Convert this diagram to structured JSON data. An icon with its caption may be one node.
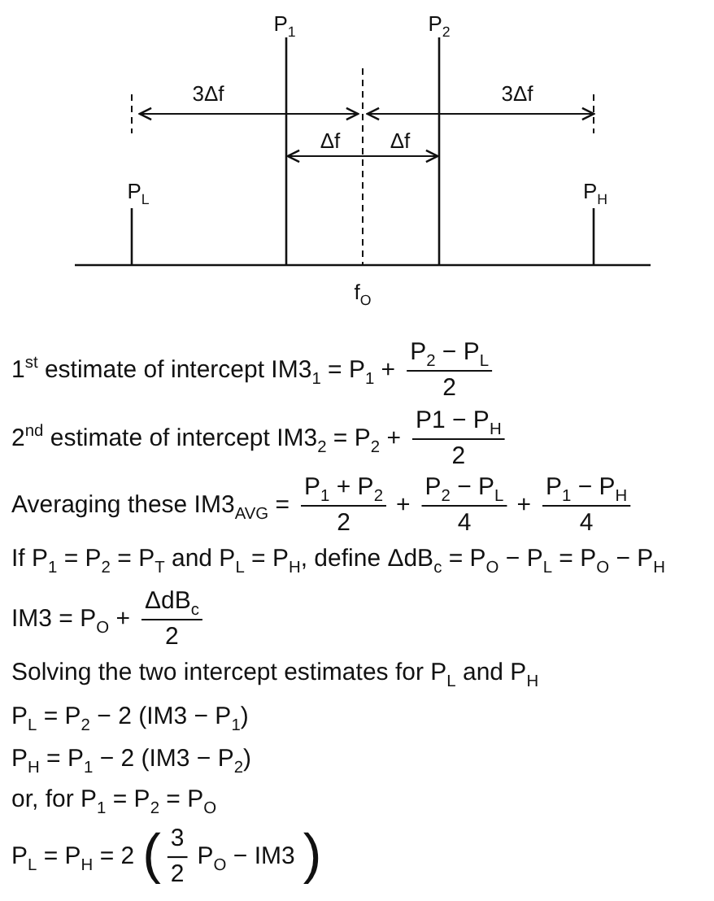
{
  "diagram": {
    "labels": [
      "P$_{1}$",
      "P$_{2}$",
      "3Δf",
      "3Δf",
      "Δf",
      "Δf",
      "P$_{L}$",
      "P$_{H}$",
      "f$_{O}$",
      "1$^{st}$ estimate of intercept IM3$_{1}$ = P$_{1}$ +",
      "P$_{2}$ − P$_{L}$",
      "2",
      "2$^{nd}$ estimate of intercept IM3$_{2}$ = P$_{2}$ +",
      "P1 − P$_{H}$",
      "2",
      "Averaging these IM3$_{AVG}$ =",
      "P$_{1}$ + P$_{2}$",
      "2",
      "+",
      "P$_{2}$ − P$_{L}$",
      "4",
      "+",
      "P$_{1}$ − P$_{H}$",
      "4",
      "If P$_{1}$ = P$_{2}$ = P$_{T}$  and  P$_{L}$ = P$_{H}$, define ΔdB$_{c}$ = P$_{O}$ − P$_{L}$ = P$_{O}$ − P$_{H}$",
      "IM3 = P$_{O}$ +",
      "ΔdB$_{c}$",
      "2",
      "Solving the two intercept estimates for P$_{L}$ and P$_{H}$",
      "P$_{L}$ = P$_{2}$ − 2 (IM3 − P$_{1}$)",
      "P$_{H}$ = P$_{1}$ − 2 (IM3 − P$_{2}$)",
      "or,  for P$_{1}$ = P$_{2}$ = P$_{O}$",
      "P$_{L}$ = P$_{H}$ = 2",
      "(",
      "3",
      "2",
      "P$_{O}$ − IM3",
      ")"
    ]
  }
}
